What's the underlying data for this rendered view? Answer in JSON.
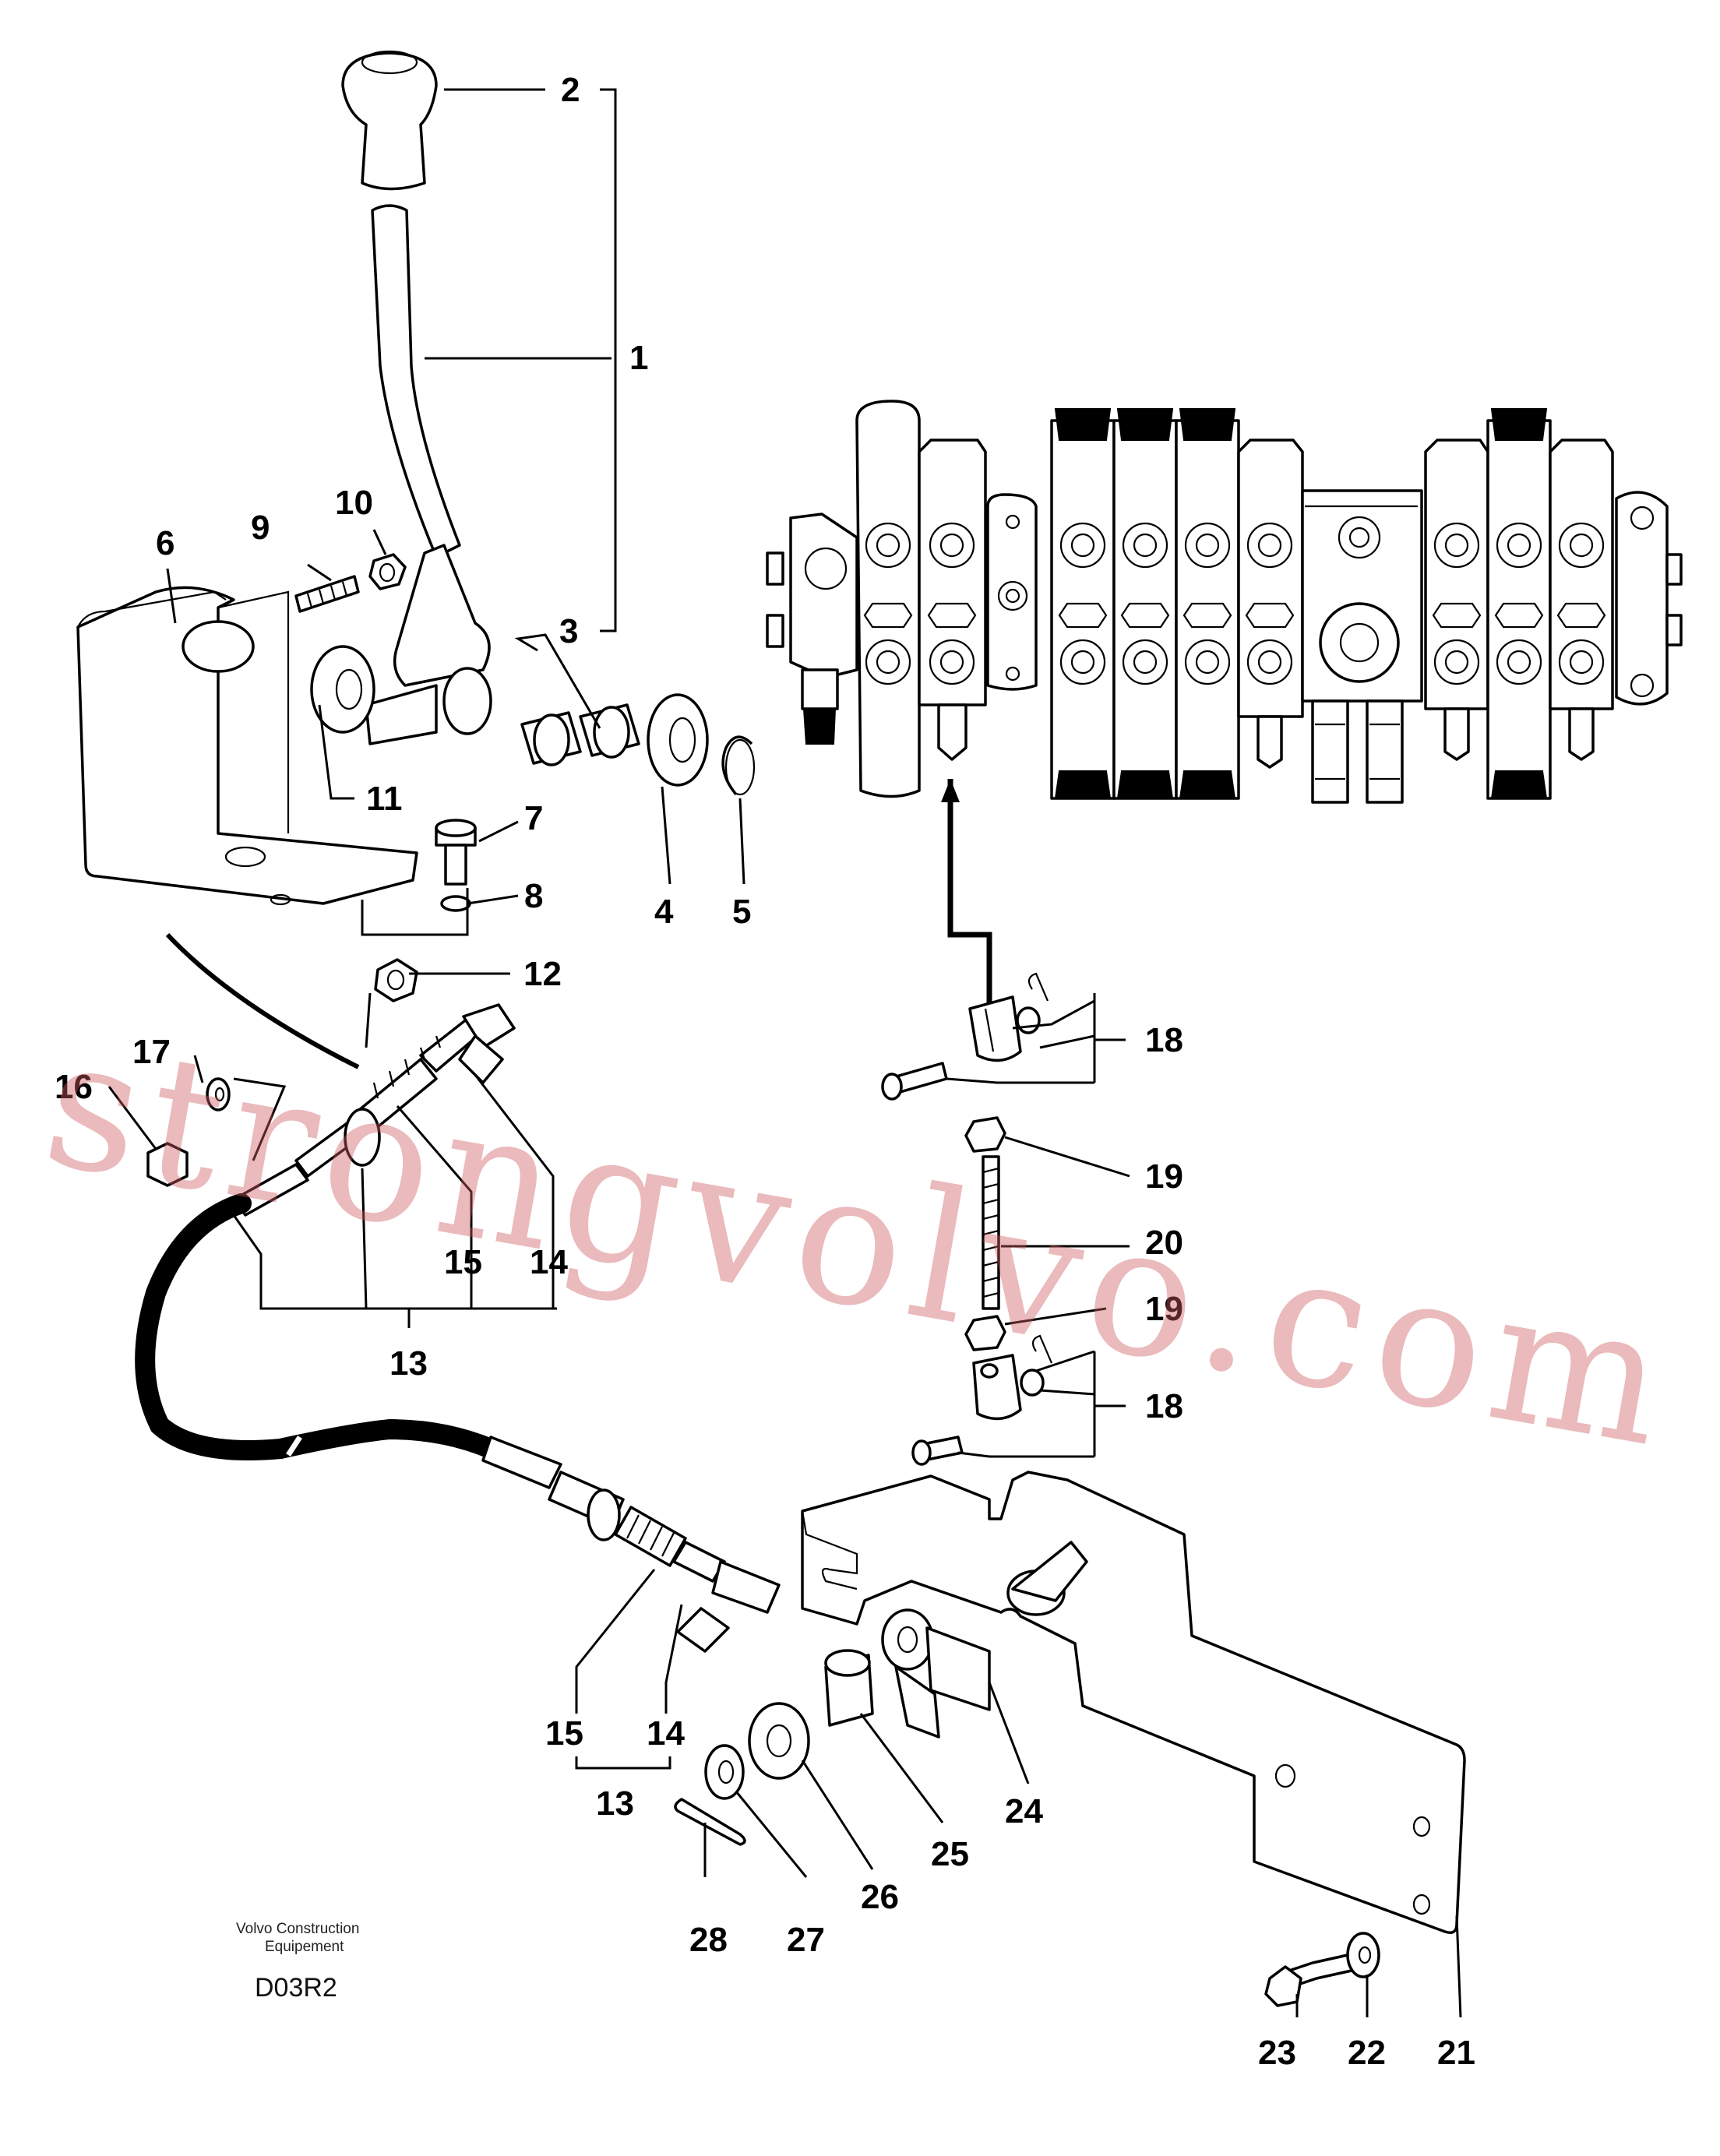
{
  "watermark": "strongvolvo.com",
  "credit": {
    "line1": "Volvo Construction",
    "line2": "Equipement"
  },
  "drawing_code": "D03R2",
  "callouts": {
    "c1": "1",
    "c2": "2",
    "c3": "3",
    "c4": "4",
    "c5": "5",
    "c6": "6",
    "c7": "7",
    "c8": "8",
    "c9": "9",
    "c10": "10",
    "c11": "11",
    "c12": "12",
    "c13a": "13",
    "c13b": "13",
    "c14a": "14",
    "c14b": "14",
    "c15a": "15",
    "c15b": "15",
    "c16": "16",
    "c17": "17",
    "c18a": "18",
    "c18b": "18",
    "c19a": "19",
    "c19b": "19",
    "c20": "20",
    "c21": "21",
    "c22": "22",
    "c23": "23",
    "c24": "24",
    "c25": "25",
    "c26": "26",
    "c27": "27",
    "c28": "28"
  }
}
